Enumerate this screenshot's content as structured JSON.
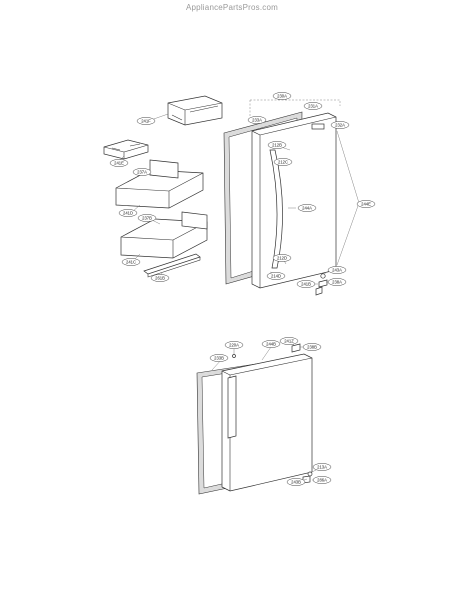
{
  "header": {
    "site_title": "AppliancePartsPros.com"
  },
  "upper_assembly": {
    "labels": [
      {
        "id": "lbl-230a",
        "text": "230A"
      },
      {
        "id": "lbl-231a",
        "text": "231A"
      },
      {
        "id": "lbl-232a",
        "text": "232A"
      },
      {
        "id": "lbl-233a",
        "text": "233A"
      },
      {
        "id": "lbl-241f",
        "text": "241F"
      },
      {
        "id": "lbl-241e",
        "text": "241E"
      },
      {
        "id": "lbl-237a",
        "text": "237A"
      },
      {
        "id": "lbl-241d",
        "text": "241D"
      },
      {
        "id": "lbl-237b",
        "text": "237B"
      },
      {
        "id": "lbl-241c",
        "text": "241C"
      },
      {
        "id": "lbl-261b",
        "text": "261B"
      },
      {
        "id": "lbl-212b",
        "text": "212B"
      },
      {
        "id": "lbl-212c",
        "text": "212C"
      },
      {
        "id": "lbl-244a",
        "text": "244A"
      },
      {
        "id": "lbl-244e",
        "text": "244E"
      },
      {
        "id": "lbl-212d",
        "text": "212D"
      },
      {
        "id": "lbl-214d",
        "text": "214D"
      },
      {
        "id": "lbl-243a",
        "text": "243A"
      },
      {
        "id": "lbl-238a",
        "text": "238A"
      },
      {
        "id": "lbl-241b",
        "text": "241B"
      }
    ]
  },
  "lower_assembly": {
    "labels": [
      {
        "id": "lbl-220a",
        "text": "220A"
      },
      {
        "id": "lbl-233b",
        "text": "233B"
      },
      {
        "id": "lbl-244b",
        "text": "244B"
      },
      {
        "id": "lbl-241z",
        "text": "241Z"
      },
      {
        "id": "lbl-238b",
        "text": "238B"
      },
      {
        "id": "lbl-213a",
        "text": "213A"
      },
      {
        "id": "lbl-243b",
        "text": "243B"
      },
      {
        "id": "lbl-286a",
        "text": "286A"
      }
    ]
  }
}
